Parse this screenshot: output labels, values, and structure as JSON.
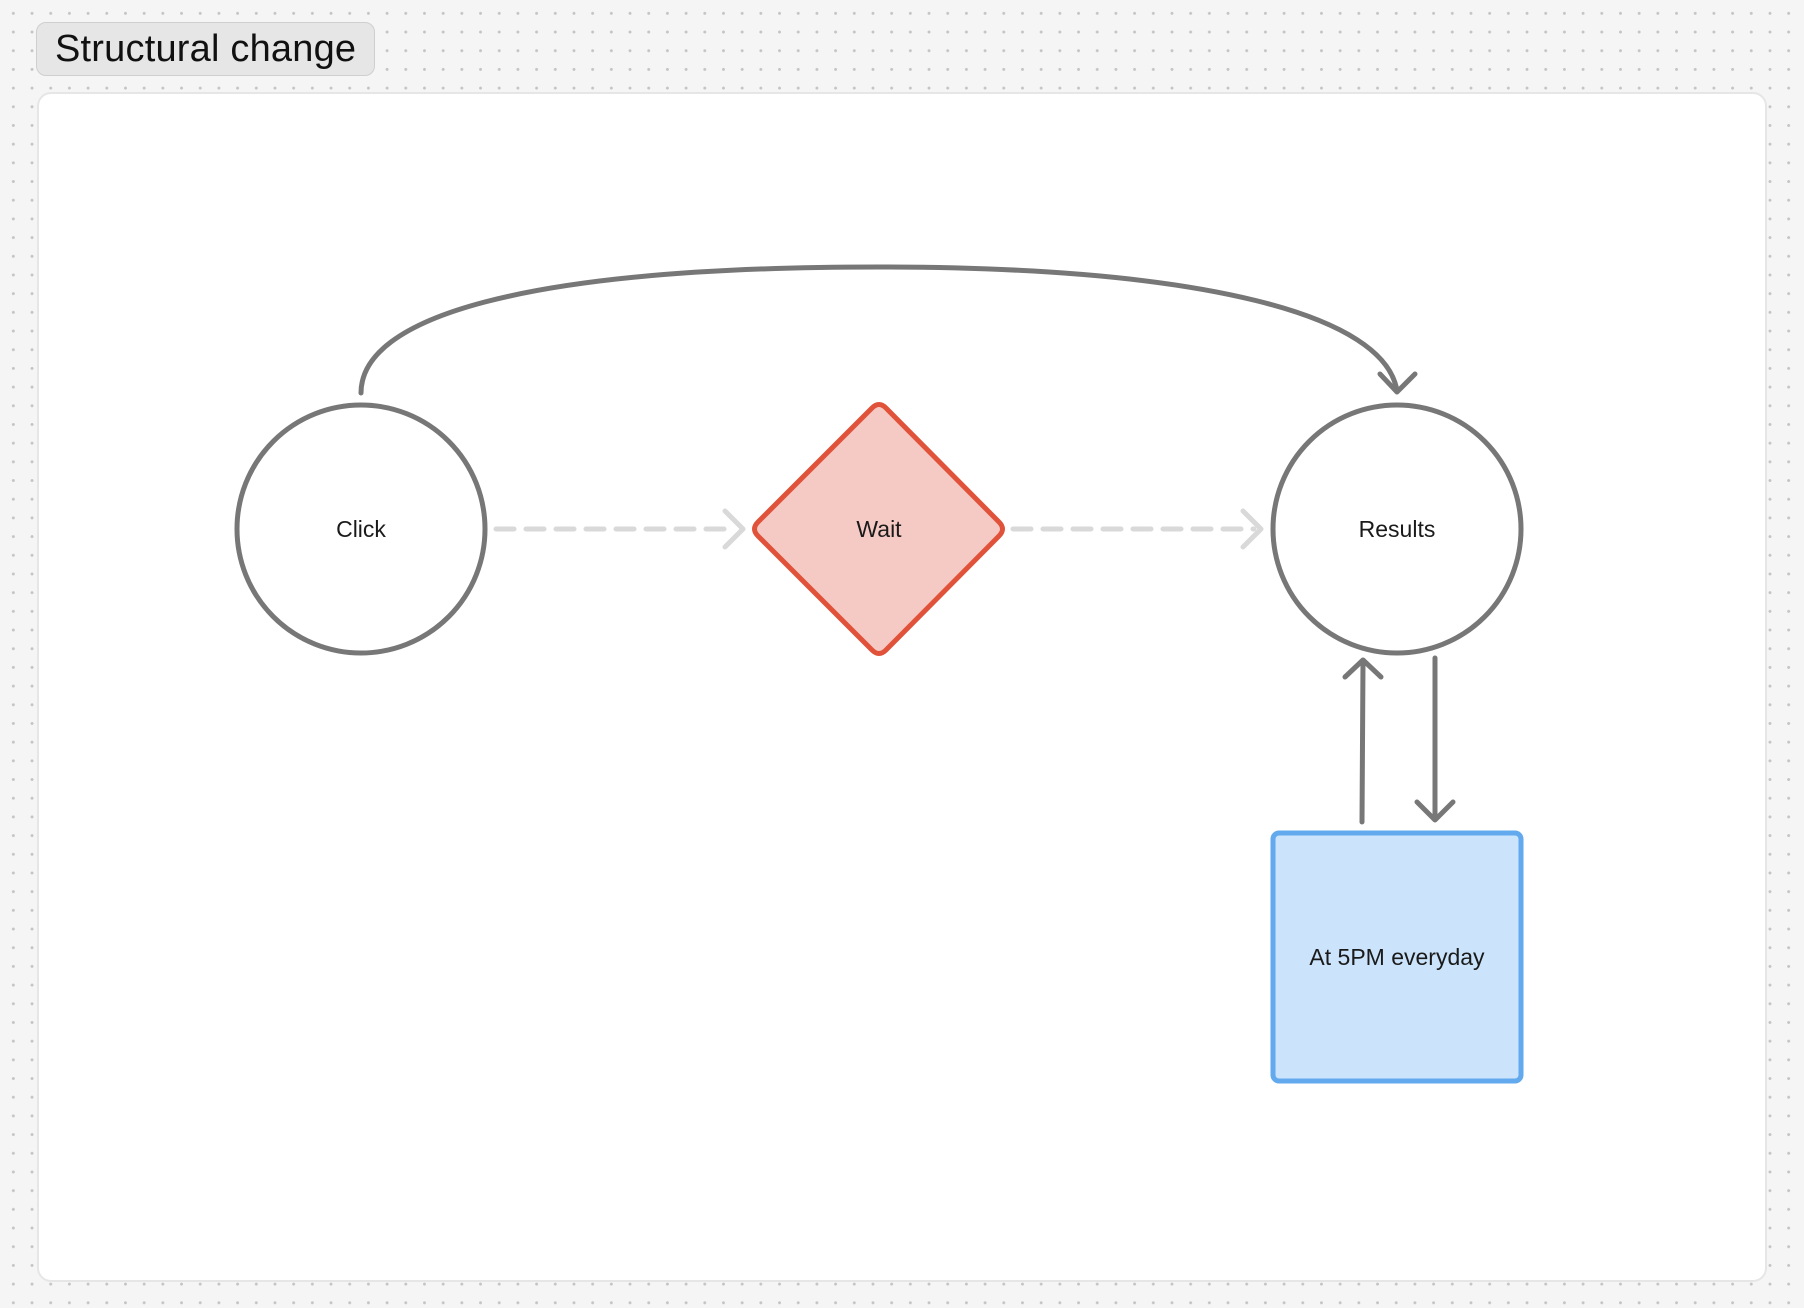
{
  "frame": {
    "title": "Structural change"
  },
  "diagram": {
    "nodes": {
      "click": {
        "label": "Click",
        "shape": "circle"
      },
      "wait": {
        "label": "Wait",
        "shape": "diamond",
        "fill": "#f5c9c4",
        "stroke": "#e0533a"
      },
      "results": {
        "label": "Results",
        "shape": "circle"
      },
      "schedule": {
        "label": "At 5PM everyday",
        "shape": "rectangle",
        "fill": "#cbe4fb",
        "stroke": "#62a9ee"
      }
    },
    "edges": [
      {
        "from": "click",
        "to": "wait",
        "style": "dashed"
      },
      {
        "from": "wait",
        "to": "results",
        "style": "dashed"
      },
      {
        "from": "click",
        "to": "results",
        "style": "curved"
      },
      {
        "from": "schedule",
        "to": "results",
        "style": "solid"
      },
      {
        "from": "results",
        "to": "schedule",
        "style": "solid"
      }
    ],
    "colors": {
      "connector": "#777777",
      "dashed_connector": "#d9d9d9",
      "node_stroke": "#777777"
    }
  }
}
